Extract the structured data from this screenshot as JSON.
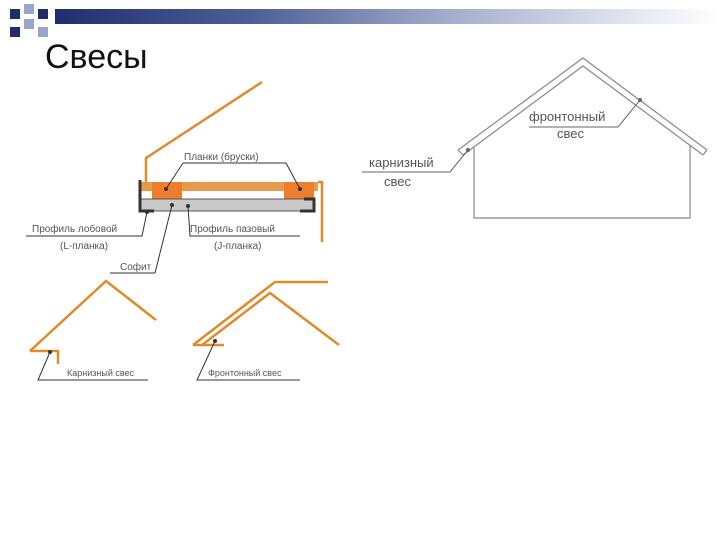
{
  "slide": {
    "title": "Свесы"
  },
  "diagram": {
    "labels": {
      "planki": "Планки (бруски)",
      "profil_lobovoy": "Профиль лобовой",
      "l_planka": "(L-планка)",
      "profil_pazovy": "Профиль пазовый",
      "j_planka": "(J-планка)",
      "sofit": "Софит",
      "karniznyi_small": "Карнизный свес",
      "frontonnyi_small": "Фронтонный свес",
      "frontonnyi_line1": "фронтонный",
      "frontonnyi_line2": "свес",
      "karniznyi_line1": "карнизный",
      "karniznyi_line2": "свес"
    },
    "colors": {
      "roof": "#e08a2c",
      "batten": "#ee7d2e",
      "profile": "#9a9a9a",
      "leader": "#333333",
      "house": "#888888",
      "label": "#555555"
    }
  }
}
